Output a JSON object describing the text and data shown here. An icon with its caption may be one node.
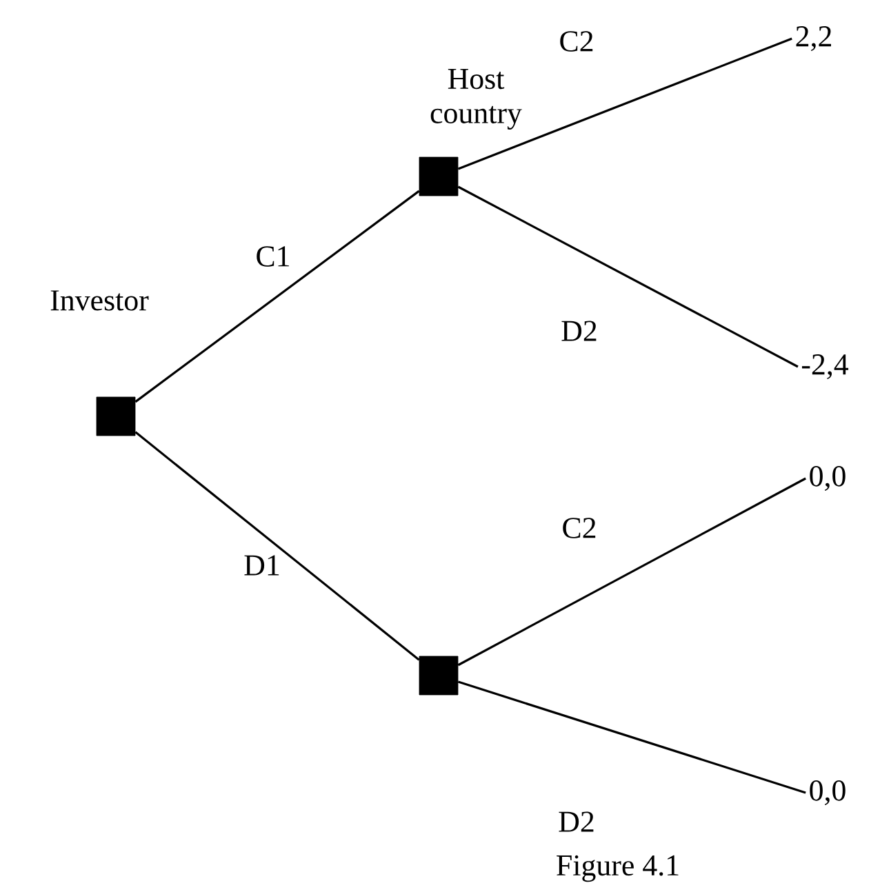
{
  "diagram": {
    "caption": "Figure 4.1",
    "nodes": [
      {
        "text": [],
        "shape": "box",
        "beside": [
          "Investor"
        ]
      },
      {
        "text": [],
        "shape": "box",
        "beside": [
          "Host country"
        ]
      },
      {
        "text": [],
        "shape": "box"
      },
      {
        "text": [
          "2,2"
        ]
      },
      {
        "text": [
          "-2,4"
        ]
      },
      {
        "text": [
          "0,0"
        ]
      },
      {
        "text": [
          "0,0"
        ]
      }
    ],
    "edges": [
      {
        "from": 0,
        "to": 1,
        "arrow": "none",
        "label": "C1"
      },
      {
        "from": 0,
        "to": 2,
        "arrow": "none",
        "label": "D1"
      },
      {
        "from": 1,
        "to": 3,
        "arrow": "none",
        "label": "C2"
      },
      {
        "from": 1,
        "to": 4,
        "arrow": "none",
        "label": "D2"
      },
      {
        "from": 2,
        "to": 5,
        "arrow": "none",
        "label": "C2"
      },
      {
        "from": 2,
        "to": 6,
        "arrow": "none",
        "label": "D2"
      }
    ]
  }
}
